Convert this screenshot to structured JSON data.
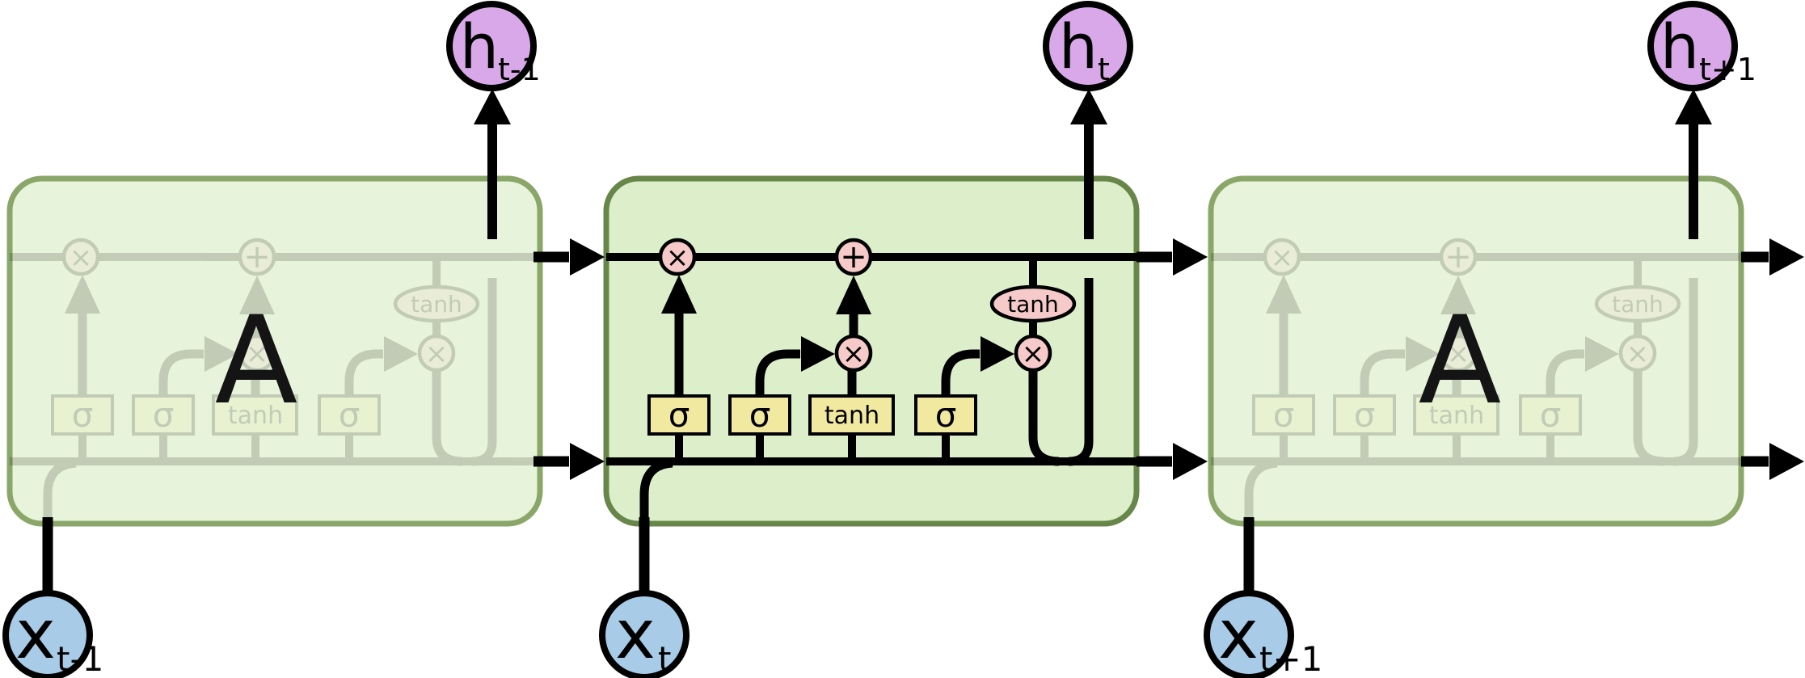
{
  "diagram": {
    "cells": {
      "previous": {
        "label": "A"
      },
      "next": {
        "label": "A"
      }
    },
    "nodes": {
      "h_prev": {
        "base": "h",
        "sub": "t-1"
      },
      "h_cur": {
        "base": "h",
        "sub": "t"
      },
      "h_next": {
        "base": "h",
        "sub": "t+1"
      },
      "x_prev": {
        "base": "x",
        "sub": "t-1"
      },
      "x_cur": {
        "base": "x",
        "sub": "t"
      },
      "x_next": {
        "base": "x",
        "sub": "t+1"
      }
    },
    "gate_labels": [
      "σ",
      "σ",
      "tanh",
      "σ"
    ],
    "op_labels": {
      "multiply": "×",
      "add": "+",
      "activation": "tanh"
    },
    "colors": {
      "cell_fill": "#dcefca",
      "cell_border": "#67864a",
      "cell_fill_faded": "#e7f3da",
      "cell_border_faded": "#8aa769",
      "gate_fill": "#f2e9a1",
      "op_fill": "#f7caca",
      "h_node_fill": "#d9a8e8",
      "x_node_fill": "#a8cbe8",
      "line": "#000000"
    }
  }
}
